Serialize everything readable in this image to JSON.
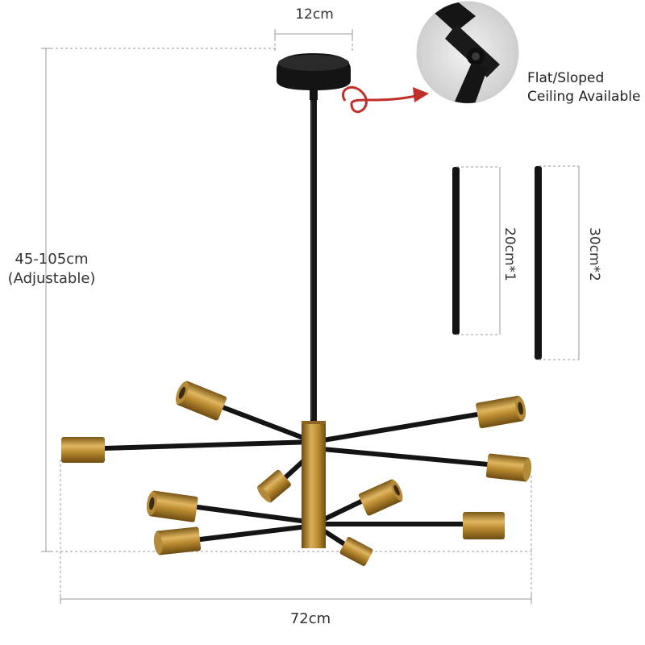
{
  "dimensions": {
    "canopy_width": "12cm",
    "height_line1": "45-105cm",
    "height_line2": "(Adjustable)",
    "span_width": "72cm"
  },
  "callout": {
    "line1": "Flat/Sloped",
    "line2": "Ceiling Available"
  },
  "extension_rods": {
    "rod_a": "20cm*1",
    "rod_b": "30cm*2"
  },
  "colors": {
    "metal_black": "#141414",
    "brass": "#b8892f",
    "arrow_red": "#c0302a",
    "guide_gray": "#9a9a9a"
  }
}
